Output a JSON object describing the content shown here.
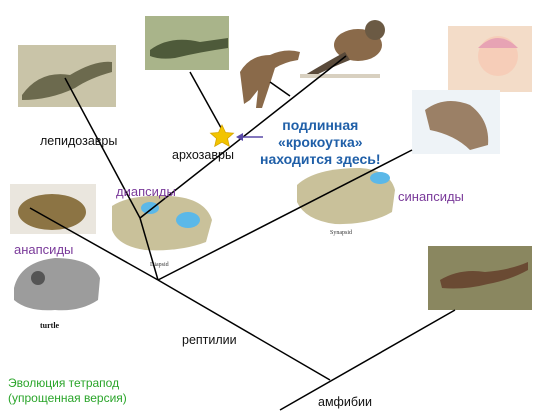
{
  "labels": {
    "lepidosaurs": "лепидозавры",
    "archosaurs": "архозавры",
    "diapsids": "диапсиды",
    "anapsids": "анапсиды",
    "synapsids": "синапсиды",
    "reptiles": "рептилии",
    "amphibians": "амфибии"
  },
  "callout": {
    "line1": "подлинная",
    "line2": "«крокоутка»",
    "line3": "находится здесь!"
  },
  "footer": {
    "line1": "Эволюция тетрапод",
    "line2": "(упрощенная версия)"
  },
  "image_captions": {
    "diapsid": "Diapsid",
    "synapsid": "Synapsid",
    "turtle": "turtle"
  },
  "colors": {
    "clade": "#7a3a9a",
    "callout": "#1f5fa8",
    "footer": "#2aa52a",
    "star": "#f2c400",
    "skull_opening": "#5bb8e8"
  }
}
